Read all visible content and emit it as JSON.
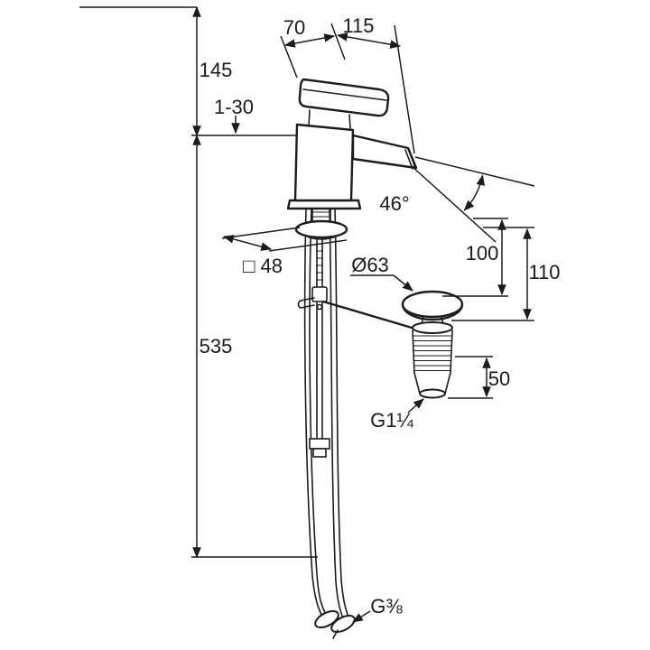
{
  "drawing": {
    "background": "#ffffff",
    "line_color": "#1c1c1c",
    "subject": "bidet-mixer-with-popup-waste-dimension-drawing"
  },
  "labels": {
    "width_70": "70",
    "width_115": "115",
    "height_145": "145",
    "deck_range": "1-30",
    "spray_angle": "46°",
    "height_100": "100",
    "height_110": "110",
    "base_square": "□ 48",
    "drain_diameter": "Ø63",
    "total_height": "535",
    "drain_body_height": "50",
    "drain_thread": "G1¼",
    "supply_thread": "G⅜"
  }
}
